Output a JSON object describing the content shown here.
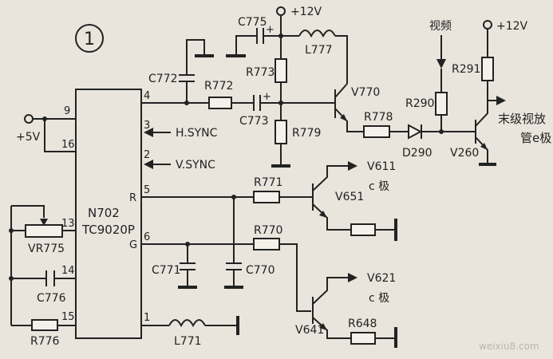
{
  "circuit": {
    "figure_number": "1",
    "ic": {
      "name": "N702",
      "part": "TC9020P"
    },
    "pins": {
      "p9": "9",
      "p16": "16",
      "p4": "4",
      "p3": "3",
      "p2": "2",
      "p5": "5",
      "pR": "R",
      "p6": "6",
      "pG": "G",
      "p13": "13",
      "p14": "14",
      "p15": "15",
      "p1": "1"
    },
    "signals": {
      "hsync": "H.SYNC",
      "vsync": "V.SYNC",
      "plus5v": "+5V",
      "plus12v_top": "+12V",
      "plus12v_right": "+12V",
      "video": "视频",
      "final_emitter_a": "末级视放",
      "final_emitter_b": "管e极",
      "v611": "V611",
      "v611_pole": "c 极",
      "v621": "V621",
      "v621_pole": "c 极"
    },
    "components": {
      "c775": "C775",
      "c772": "C772",
      "c773": "C773",
      "c771": "C771",
      "c770": "C770",
      "c776": "C776",
      "r772": "R772",
      "r773": "R773",
      "r779": "R779",
      "r778": "R778",
      "r290": "R290",
      "r291": "R291",
      "r771": "R771",
      "r770": "R770",
      "r648": "R648",
      "r776": "R776",
      "l777": "L777",
      "l771": "L771",
      "v770": "V770",
      "v260": "V260",
      "v651": "V651",
      "v641": "V641",
      "d290": "D290",
      "vr775": "VR775",
      "plus_c775": "+",
      "plus_c773": "+"
    },
    "watermark": "weixiu8.com"
  }
}
